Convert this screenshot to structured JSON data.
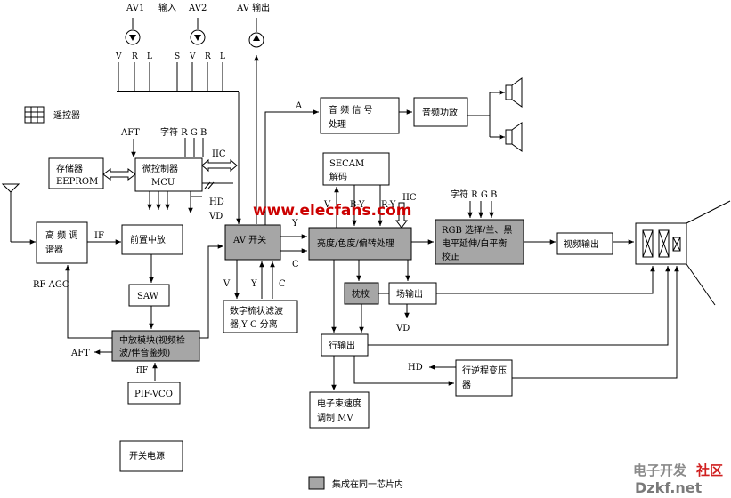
{
  "inputs": {
    "av1": "AV1",
    "input_label": "输入",
    "av2": "AV2",
    "av_output": "AV 输出",
    "pins_1": [
      "V",
      "R",
      "L"
    ],
    "pins_2": [
      "S",
      "V",
      "R",
      "L"
    ]
  },
  "blocks": {
    "remote": "遥控器",
    "eeprom_line1": "存储器",
    "eeprom_line2": "EEPROM",
    "mcu_line1": "微控制器",
    "mcu_line2": "MCU",
    "tuner_line1": "高 频 调",
    "tuner_line2": "谐器",
    "pre_if": "前置中放",
    "saw": "SAW",
    "if_module_line1": "中放模块(视频检",
    "if_module_line2": "波/伴音鉴频)",
    "pif_vco": "PIF-VCO",
    "power": "开关电源",
    "av_switch": "AV 开关",
    "comb_line1": "数字梳状滤波",
    "comb_line2": "器,Y C 分离",
    "audio_signal_line1": "音 频 信 号",
    "audio_signal_line2": "处理",
    "audio_amp": "音频功放",
    "secam_line1": "SECAM",
    "secam_line2": "解码",
    "lum_chroma": "亮度/色度/偏转处理",
    "rgb_line1": "RGB 选择/兰、黑",
    "rgb_line2": "电平延伸/白平衡",
    "rgb_line3": "校正",
    "video_out": "视频输出",
    "pincushion": "枕校",
    "field_out": "场输出",
    "line_out": "行输出",
    "flyback_line1": "行逆程变压",
    "flyback_line2": "器",
    "vm_line1": "电子束速度",
    "vm_line2": "调制 MV"
  },
  "signals": {
    "aft_top": "AFT",
    "char_rgb": "字符  R G B",
    "char_rgb_2": "字符  R G B",
    "iic": "IIC",
    "iic_2": "IIC",
    "hd": "HD",
    "vd": "VD",
    "if": "IF",
    "rf_agc": "RF AGC",
    "aft_bottom": "AFT",
    "fif": "fIF",
    "a": "A",
    "y_in": "Y",
    "c_in": "C",
    "v_comb": "V",
    "y_comb": "Y",
    "c_comb": "C",
    "v_secam": "V",
    "by": "B-Y",
    "ry": "R-Y",
    "vd_field": "VD",
    "hd_flyback": "HD"
  },
  "legend": {
    "text": "集成在同一芯片内",
    "color": "#a6a6a6"
  },
  "watermark": {
    "text": "www.elecfans.com",
    "color": "#cc0000"
  },
  "brand": {
    "part1": "电子开发",
    "part2": "社区",
    "part3": "Dzkf.net"
  }
}
